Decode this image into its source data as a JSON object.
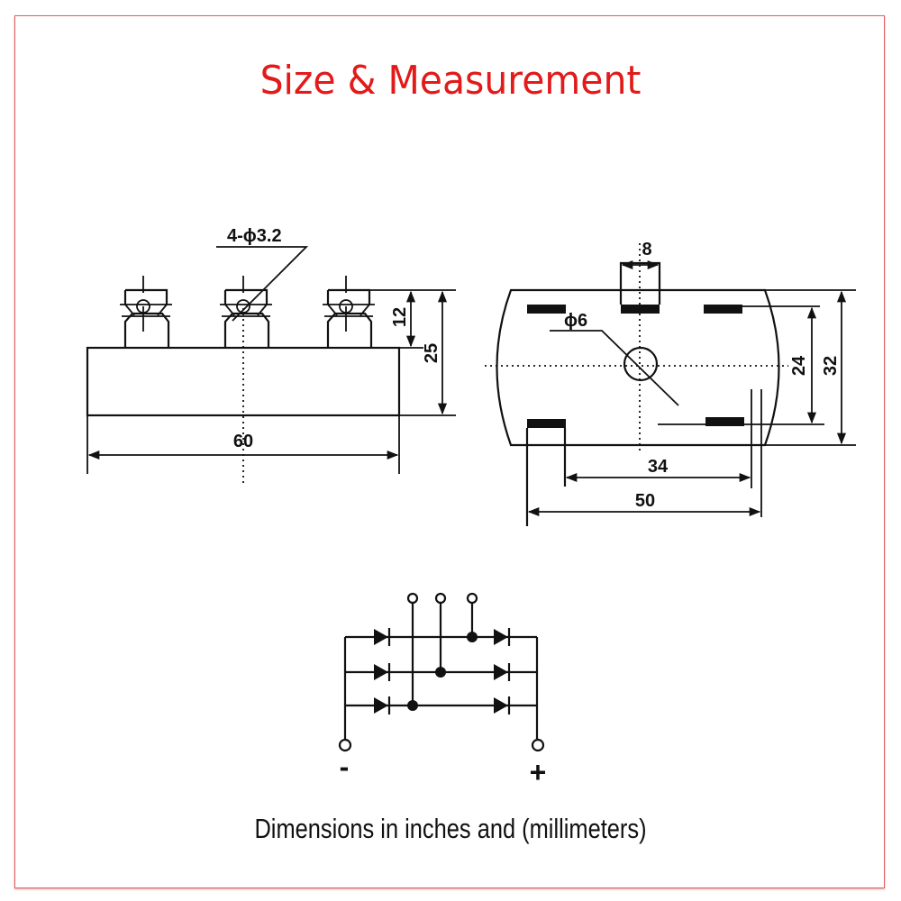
{
  "title": "Size & Measurement",
  "caption": "Dimensions in inches and (millimeters)",
  "colors": {
    "title": "#e21a1a",
    "frame": "#e06060",
    "lines": "#111111"
  },
  "side_view": {
    "hole_label": "4-ϕ3.2",
    "width_label": "60",
    "terminal_height_label": "12",
    "total_height_label": "25"
  },
  "top_view": {
    "tab_width_label": "8",
    "center_hole_label": "ϕ6",
    "pin_span_label": "24",
    "body_height_label": "32",
    "pin_spacing_label": "34",
    "body_width_label": "50"
  },
  "schematic": {
    "ac_inputs": 3,
    "negative_label": "-",
    "positive_label": "+"
  }
}
